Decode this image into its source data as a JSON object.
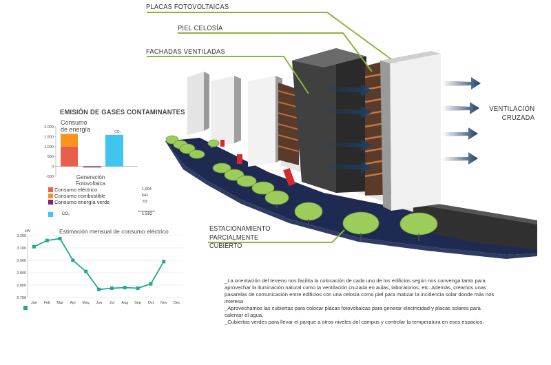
{
  "callouts": {
    "placas": "PLACAS FOTOVOLTAICAS",
    "piel": "PIEL CELOSÍA",
    "fachadas": "FACHADAS VENTILADAS",
    "ventilacion_1": "VENTILACIÓN",
    "ventilacion_2": "CRUZADA",
    "estac_1": "ESTACIONAMIENTO",
    "estac_2": "PARCIALMENTE",
    "estac_3": "CUBIERTO"
  },
  "colors": {
    "callout_line": "#8cb43c",
    "arrow": "#1d3f66",
    "tree": "#9ccc5a",
    "ground": "#1e2a52",
    "electrico": "#e8604c",
    "combustible": "#f7941d",
    "verde": "#8b1a7a",
    "co2": "#40c4f0",
    "line": "#1fa98c"
  },
  "emissions_chart": {
    "title": "EMISIÓN DE GASES CONTAMINANTES",
    "consumo_label_1": "Consumo",
    "consumo_label_2": "de energía",
    "generacion_label_1": "Generación",
    "generacion_label_2": "Fotovoltaica",
    "co2_label": "CO₂",
    "legend": [
      {
        "label": "Consumo eléctrico",
        "value": "1,004"
      },
      {
        "label": "Consumo combustible",
        "value": "641"
      },
      {
        "label": "Consumo energía verde",
        "value": "-53"
      }
    ],
    "co2_row": {
      "label": "CO₂",
      "value": "1,592"
    }
  },
  "chart_data": [
    {
      "type": "bar",
      "title": "EMISIÓN DE GASES CONTAMINANTES",
      "yticks": [
        "2.000",
        "1.500",
        "1.000",
        "500",
        "0",
        "-500"
      ],
      "ylim": [
        -500,
        2000
      ],
      "stacks": [
        {
          "segments": [
            {
              "name": "Consumo eléctrico",
              "value": 1004
            },
            {
              "name": "Consumo combustible",
              "value": 641
            }
          ]
        },
        {
          "segments": [
            {
              "name": "Consumo energía verde",
              "value": -53
            }
          ]
        },
        {
          "segments": [
            {
              "name": "CO₂",
              "value": 1592
            }
          ]
        }
      ]
    },
    {
      "type": "line",
      "title": "Estimación mensual de consumo eléctrico",
      "ylabel": "kW",
      "categories": [
        "Jan",
        "Feb",
        "Mar",
        "Apr",
        "May",
        "Jun",
        "Jul",
        "Aug",
        "Sep",
        "Oct",
        "Nov",
        "Dec"
      ],
      "yticks": [
        "3.200",
        "3.100",
        "3.000",
        "2.900",
        "2.800",
        "2.700"
      ],
      "ylim": [
        2700,
        3200
      ],
      "values": [
        3110,
        3160,
        3175,
        3000,
        2910,
        2765,
        2775,
        2780,
        2775,
        2810,
        2990,
        null
      ]
    }
  ],
  "description": {
    "p1": "_La orientación del terreno nos facilita la colocación de cada uno de los edificios según nos convenga tanto para aprovechar la iluminación natural como la  ventilación cruzada en aulas, laboratorios, etc. Además, creamos unas pasarelas de comunicación entre edificios con una celosia como piel para matizar la incidencia solar donde más nos interesa",
    "p2": "_Aprovechamos las cubiertas  para colocar placas fotovoltaicas para generar  electricidad  y placas solares para calentar el agua.",
    "p3": "_Cubiertas verdes para llevar el parque a otros niveles del campus y controlar la temperatura en esos espacios."
  }
}
